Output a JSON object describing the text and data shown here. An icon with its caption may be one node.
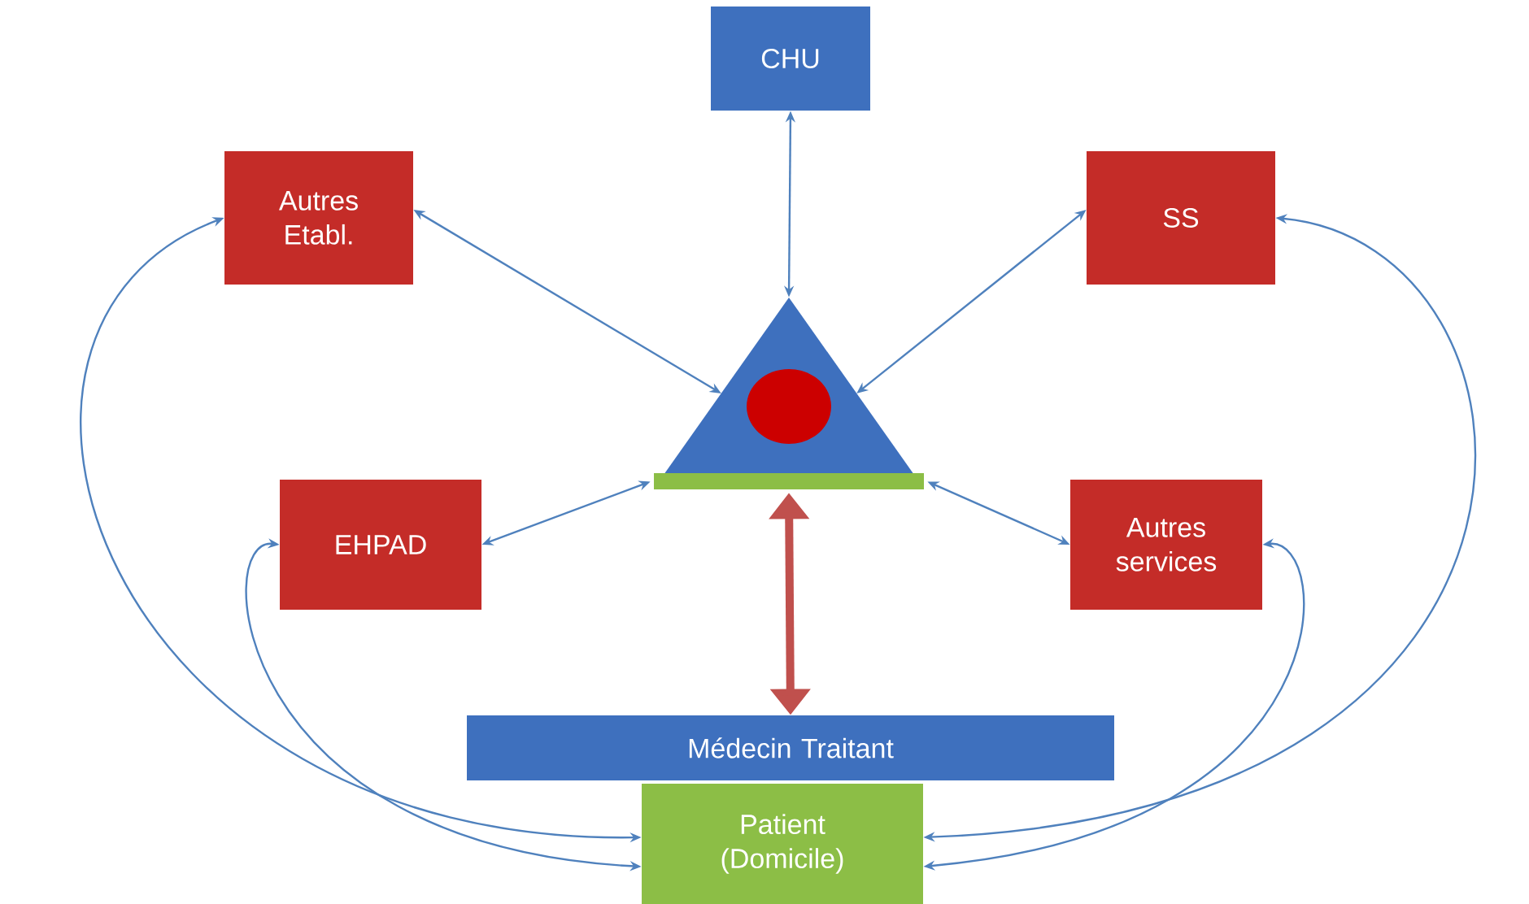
{
  "diagram": {
    "nodes": [
      {
        "text": [
          "CHU"
        ]
      },
      {
        "text": [
          "Autres Etabl."
        ]
      },
      {
        "text": [
          "SS"
        ]
      },
      {
        "text": [],
        "shape": "triangle"
      },
      {
        "text": [
          "EHPAD"
        ]
      },
      {
        "text": [
          "Autres services"
        ]
      },
      {
        "text": [
          "Médecin Traitant"
        ]
      },
      {
        "text": [
          "Patient (Domicile)"
        ]
      }
    ],
    "edges": [
      {
        "from": 0,
        "to": 3,
        "arrow": "both"
      },
      {
        "from": 1,
        "to": 3,
        "arrow": "both"
      },
      {
        "from": 2,
        "to": 3,
        "arrow": "both"
      },
      {
        "from": 4,
        "to": 3,
        "arrow": "both"
      },
      {
        "from": 5,
        "to": 3,
        "arrow": "both"
      },
      {
        "from": 3,
        "to": 6,
        "arrow": "both",
        "style": "thick",
        "color": "#c0504d"
      },
      {
        "from": 7,
        "to": 1,
        "arrow": "both"
      },
      {
        "from": 7,
        "to": 4,
        "arrow": "both"
      },
      {
        "from": 7,
        "to": 2,
        "arrow": "both"
      },
      {
        "from": 7,
        "to": 5,
        "arrow": "both"
      }
    ]
  }
}
